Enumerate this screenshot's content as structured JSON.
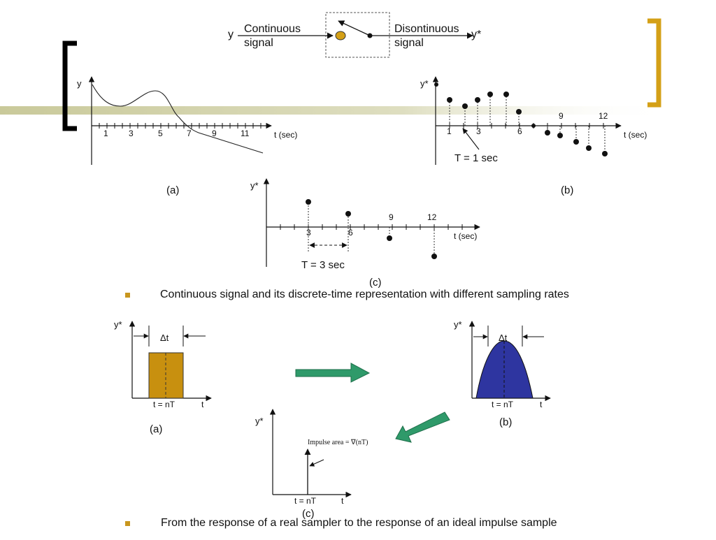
{
  "top_diagram": {
    "input_var": "y",
    "input_label_1": "Continuous",
    "input_label_2": "signal",
    "output_label_1": "Disontinuous",
    "output_label_2": "signal",
    "output_var": "y*"
  },
  "plot_a": {
    "ylabel": "y",
    "ticks": [
      "1",
      "3",
      "5",
      "7",
      "9",
      "11"
    ],
    "xlabel": "t (sec)",
    "caption": "(a)"
  },
  "plot_b": {
    "ylabel": "y*",
    "ticks": [
      "1",
      "3",
      "6",
      "9",
      "12"
    ],
    "xlabel": "t (sec)",
    "period_label": "T = 1 sec",
    "caption": "(b)"
  },
  "plot_c": {
    "ylabel": "y*",
    "ticks": [
      "3",
      "6",
      "9",
      "12"
    ],
    "xlabel": "t (sec)",
    "period_label": "T = 3 sec",
    "caption": "(c)"
  },
  "bullet1": "Continuous signal and its discrete-time representation with different sampling rates",
  "pulse_a": {
    "ylabel": "y*",
    "width_label": "Δt",
    "t_label": "t = nT",
    "axis_label": "t",
    "caption": "(a)"
  },
  "pulse_b": {
    "ylabel": "y*",
    "width_label": "Δt",
    "t_label": "t = nT",
    "axis_label": "t",
    "caption": "(b)"
  },
  "pulse_c": {
    "ylabel": "y*",
    "impulse_label": "Impulse area = ∇(nT)",
    "t_label": "t = nT",
    "axis_label": "t",
    "caption": "(c)"
  },
  "bullet2": "From the response of a real sampler to the response of an ideal impulse sample",
  "colors": {
    "accent": "#c8961e",
    "band": "#c9c99a",
    "pulse_fill": "#c8900f",
    "blue_fill": "#2e35a0",
    "arrow_green": "#2f9a6a"
  }
}
